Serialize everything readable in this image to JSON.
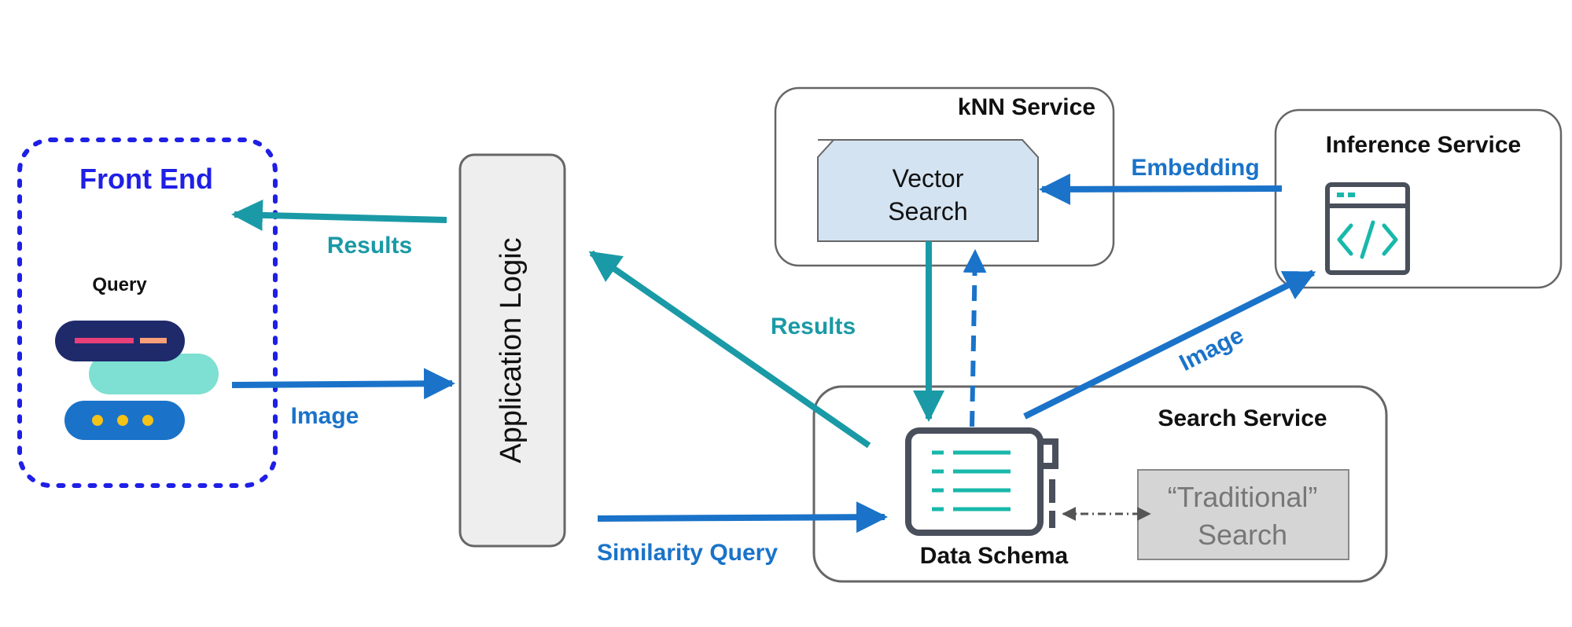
{
  "front_end": {
    "title": "Front End",
    "query_label": "Query"
  },
  "application_logic": {
    "label": "Application Logic"
  },
  "knn_service": {
    "title": "kNN Service",
    "vector_search_line1": "Vector",
    "vector_search_line2": "Search"
  },
  "inference_service": {
    "title": "Inference Service"
  },
  "search_service": {
    "title": "Search Service",
    "data_schema_label": "Data Schema",
    "traditional_line1": "“Traditional”",
    "traditional_line2": "Search"
  },
  "edges": {
    "results_to_front_end": "Results",
    "image_from_front_end": "Image",
    "results_to_app_logic": "Results",
    "similarity_query": "Similarity Query",
    "embedding": "Embedding",
    "image_to_inference": "Image"
  },
  "colors": {
    "teal": "#1a9aa6",
    "blue": "#1a73c9",
    "front_end_border": "#1f1fe6",
    "dark": "#4a4f5c",
    "accent": "#18b8aa"
  }
}
